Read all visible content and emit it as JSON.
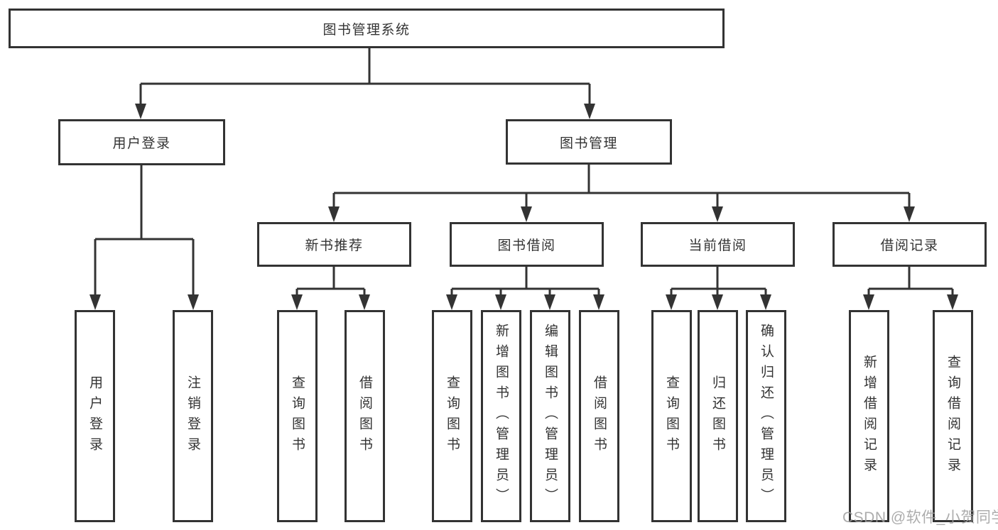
{
  "diagram": {
    "root": {
      "label": "图书管理系统"
    },
    "branches": [
      {
        "label": "用户登录",
        "children": [
          {
            "label": "用户登录"
          },
          {
            "label": "注销登录"
          }
        ]
      },
      {
        "label": "图书管理",
        "children": [
          {
            "label": "新书推荐",
            "children": [
              {
                "label": "查询图书"
              },
              {
                "label": "借阅图书"
              }
            ]
          },
          {
            "label": "图书借阅",
            "children": [
              {
                "label": "查询图书"
              },
              {
                "label": "新增图书（管理员）"
              },
              {
                "label": "编辑图书（管理员）"
              },
              {
                "label": "借阅图书"
              }
            ]
          },
          {
            "label": "当前借阅",
            "children": [
              {
                "label": "查询图书"
              },
              {
                "label": "归还图书"
              },
              {
                "label": "确认归还（管理员）"
              }
            ]
          },
          {
            "label": "借阅记录",
            "children": [
              {
                "label": "新增借阅记录"
              },
              {
                "label": "查询借阅记录"
              }
            ]
          }
        ]
      }
    ]
  },
  "watermark": {
    "text": "CSDN @软件_小贺同学"
  },
  "colors": {
    "line": "#333333",
    "text": "#333333",
    "box_background": "#ffffff",
    "watermark": "#9e9e9e",
    "page_background": "#ffffff"
  }
}
